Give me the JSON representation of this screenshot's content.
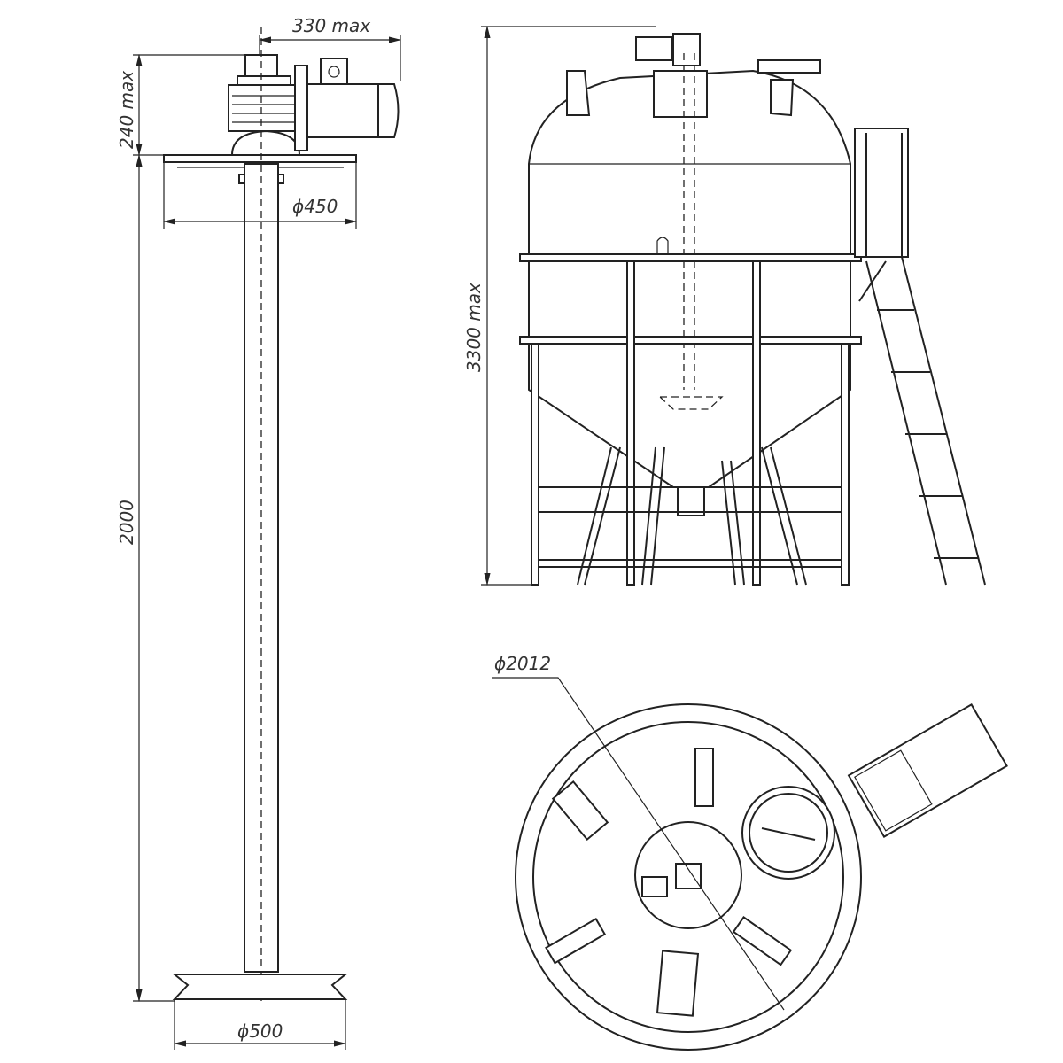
{
  "drawing": {
    "agitator": {
      "width_label": "330 max",
      "height_label": "240 max",
      "flange_label": "ϕ450",
      "shaft_label": "2000",
      "impeller_label": "ϕ500"
    },
    "tank_side": {
      "height_label": "3300 max"
    },
    "tank_top": {
      "diameter_label": "ϕ2012"
    }
  }
}
